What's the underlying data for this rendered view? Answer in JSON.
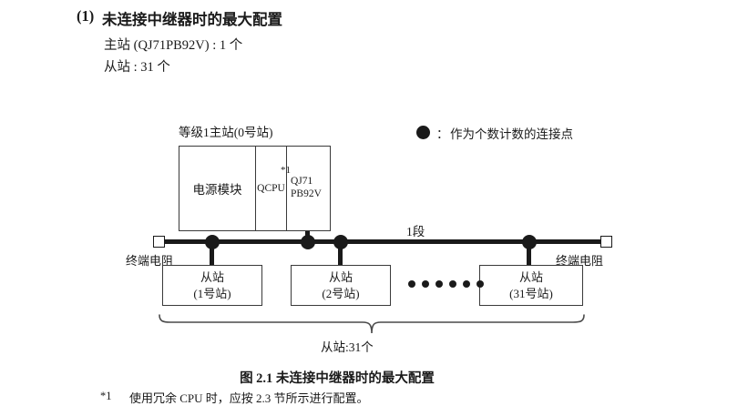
{
  "heading": {
    "number": "(1)",
    "title": "未连接中继器时的最大配置",
    "spec_lines": [
      "主站 (QJ71PB92V) : 1 个",
      "从站 : 31 个"
    ]
  },
  "legend": {
    "symbol": "filled-circle",
    "colon": "：",
    "text": "作为个数计数的连接点"
  },
  "diagram": {
    "master_label": "等级1主站(0号站)",
    "rack": {
      "power_module": "电源模块",
      "cpu_module": "QCPU",
      "cpu_footnote_mark": "*1",
      "network_module": "QJ71\nPB92V"
    },
    "segment_label": "1段",
    "terminator_left_label": "终端电阻",
    "terminator_right_label": "终端电阻",
    "slaves": [
      {
        "name": "从站",
        "station": "(1号站)"
      },
      {
        "name": "从站",
        "station": "(2号站)"
      },
      {
        "name": "从站",
        "station": "(31号站)"
      }
    ],
    "ellipsis_count": 6,
    "brace_label": "从站:31个"
  },
  "caption": "图 2.1  未连接中继器时的最大配置",
  "footnote": {
    "mark": "*1",
    "text": "使用冗余 CPU 时，应按 2.3 节所示进行配置。"
  },
  "colors": {
    "ink": "#1a1a1a",
    "box_stroke": "#3a3a3a",
    "paper": "#ffffff"
  }
}
